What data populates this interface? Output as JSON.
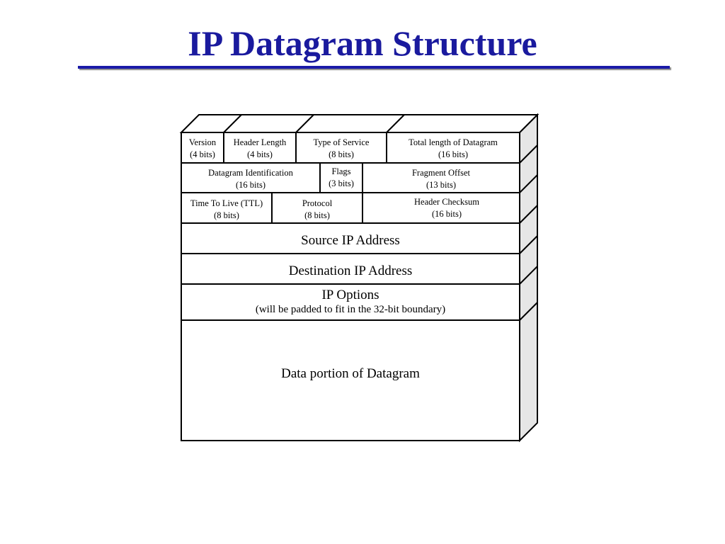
{
  "title": "IP Datagram Structure",
  "colors": {
    "title": "#1a1a9e",
    "rule": "#1a1aa8",
    "side_face": "#e6e6e6",
    "line": "#000000"
  },
  "fields": {
    "version": {
      "name": "Version",
      "bits": "(4 bits)"
    },
    "header_length": {
      "name": "Header Length",
      "bits": "(4 bits)"
    },
    "type_of_service": {
      "name": "Type of Service",
      "bits": "(8 bits)"
    },
    "total_length": {
      "name": "Total length of Datagram",
      "bits": "(16 bits)"
    },
    "identification": {
      "name": "Datagram Identification",
      "bits": "(16 bits)"
    },
    "flags": {
      "name": "Flags",
      "bits": "(3 bits)"
    },
    "fragment_offset": {
      "name": "Fragment Offset",
      "bits": "(13 bits)"
    },
    "ttl": {
      "name": "Time To Live (TTL)",
      "bits": "(8 bits)"
    },
    "protocol": {
      "name": "Protocol",
      "bits": "(8 bits)"
    },
    "checksum": {
      "name": "Header Checksum",
      "bits": "(16 bits)"
    },
    "source": {
      "name": "Source IP Address"
    },
    "destination": {
      "name": "Destination IP Address"
    },
    "options": {
      "name": "IP Options",
      "note": "(will be padded to fit in the 32-bit boundary)"
    },
    "data": {
      "name": "Data portion of Datagram"
    }
  }
}
